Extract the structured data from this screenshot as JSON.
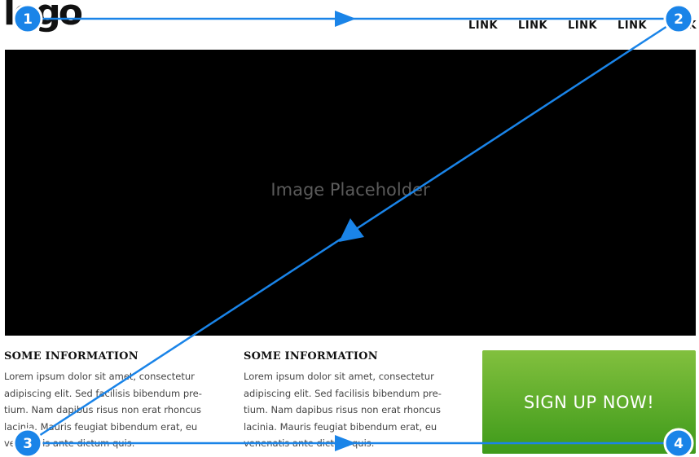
{
  "header": {
    "logo_text": "logo",
    "nav_links": [
      "LINK",
      "LINK",
      "LINK",
      "LINK",
      "LINK"
    ]
  },
  "hero": {
    "placeholder_text": "Image Placeholder"
  },
  "content": {
    "columns": [
      {
        "heading": "SOME INFORMATION",
        "lines": [
          "Lorem ipsum dolor sit amet, consectetur",
          "adipiscing elit. Sed facilisis bibendum pre-",
          "tium. Nam dapibus risus non erat rhoncus",
          "lacinia. Mauris feugiat bibendum erat, eu",
          "venenatis ante dictum quis."
        ]
      },
      {
        "heading": "SOME INFORMATION",
        "lines": [
          "Lorem ipsum dolor sit amet, consectetur",
          "adipiscing elit. Sed facilisis bibendum pre-",
          "tium. Nam dapibus risus non erat rhoncus",
          "lacinia. Mauris feugiat bibendum erat, eu",
          "venenatis ante dictum quis."
        ]
      }
    ]
  },
  "cta": {
    "label": "SIGN UP NOW!"
  },
  "overlay": {
    "markers": [
      "1",
      "2",
      "3",
      "4"
    ],
    "marker_color": "#1a84e8",
    "line_color": "#1a84e8"
  },
  "colors": {
    "hero_background": "#000000",
    "cta_top": "#82c03e",
    "cta_bottom": "#3e9a1a"
  }
}
